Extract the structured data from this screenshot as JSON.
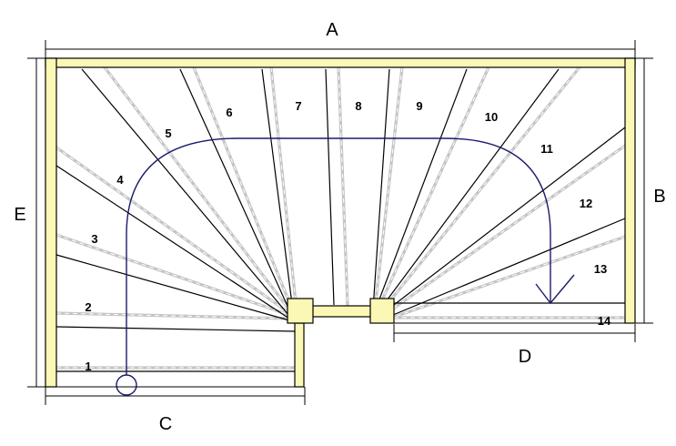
{
  "diagram": {
    "dimensions": {
      "top": "A",
      "right": "B",
      "bottom_left": "C",
      "bottom_right": "D",
      "left": "E"
    },
    "steps": [
      "1",
      "2",
      "3",
      "4",
      "5",
      "6",
      "7",
      "8",
      "9",
      "10",
      "11",
      "12",
      "13",
      "14"
    ],
    "colors": {
      "frame_fill": "#fbf7b4",
      "outline": "#000000",
      "tread_highlight": "#c4c4c4",
      "walk_line": "#1a1a6e",
      "background": "#ffffff"
    }
  }
}
